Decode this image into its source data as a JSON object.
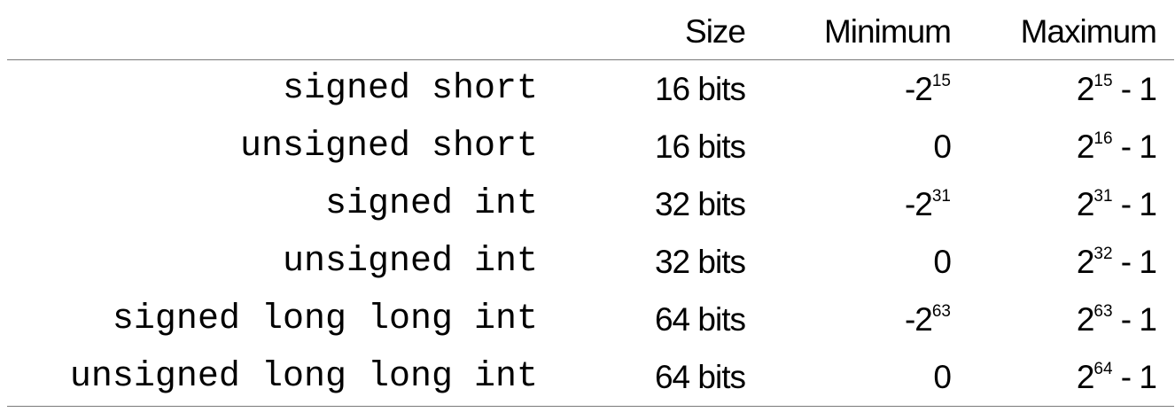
{
  "header": {
    "type": "",
    "size": "Size",
    "minimum": "Minimum",
    "maximum": "Maximum"
  },
  "rows": [
    {
      "type": "signed short",
      "size": "16 bits",
      "min_base": "-2",
      "min_exp": "15",
      "max_base": "2",
      "max_exp": "15",
      "max_tail": " - 1"
    },
    {
      "type": "unsigned short",
      "size": "16 bits",
      "min_base": "0",
      "min_exp": "",
      "max_base": "2",
      "max_exp": "16",
      "max_tail": " - 1"
    },
    {
      "type": "signed int",
      "size": "32 bits",
      "min_base": "-2",
      "min_exp": "31",
      "max_base": "2",
      "max_exp": "31",
      "max_tail": " - 1"
    },
    {
      "type": "unsigned int",
      "size": "32 bits",
      "min_base": "0",
      "min_exp": "",
      "max_base": "2",
      "max_exp": "32",
      "max_tail": " - 1"
    },
    {
      "type": "signed long long int",
      "size": "64 bits",
      "min_base": "-2",
      "min_exp": "63",
      "max_base": "2",
      "max_exp": "63",
      "max_tail": " - 1"
    },
    {
      "type": "unsigned long long int",
      "size": "64 bits",
      "min_base": "0",
      "min_exp": "",
      "max_base": "2",
      "max_exp": "64",
      "max_tail": " - 1"
    }
  ]
}
